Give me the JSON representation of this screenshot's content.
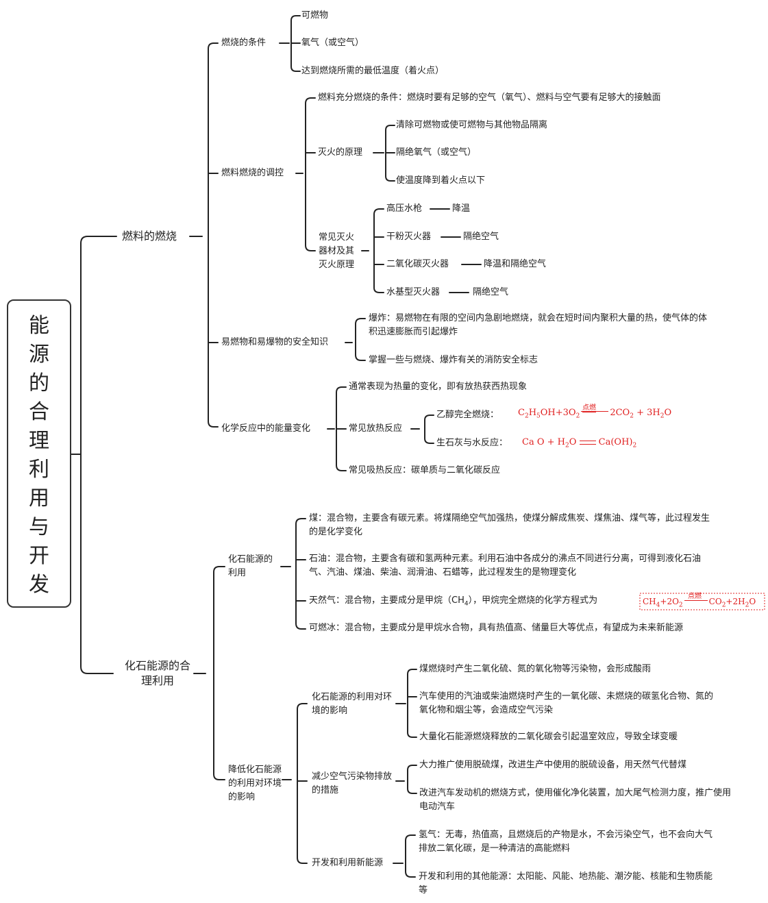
{
  "root": "能源的合理利用与开发",
  "b1": {
    "label": "燃料的燃烧",
    "cond": {
      "label": "燃烧的条件",
      "items": [
        "可燃物",
        "氧气（或空气）",
        "达到燃烧所需的最低温度（着火点）"
      ]
    },
    "ctrl": {
      "label": "燃料燃烧的调控",
      "full": "燃料充分燃烧的条件：燃烧时要有足够的空气（氧气）、燃料与空气要有足够大的接触面",
      "ext": {
        "label": "灭火的原理",
        "items": [
          "清除可燃物或使可燃物与其他物品隔离",
          "隔绝氧气（或空气）",
          "使温度降到着火点以下"
        ]
      },
      "equip": {
        "label": "常见灭火器材及其灭火原理",
        "items": [
          {
            "name": "高压水枪",
            "principle": "降温"
          },
          {
            "name": "干粉灭火器",
            "principle": "隔绝空气"
          },
          {
            "name": "二氧化碳灭火器",
            "principle": "降温和隔绝空气"
          },
          {
            "name": "水基型灭火器",
            "principle": "隔绝空气"
          }
        ]
      }
    },
    "safety": {
      "label": "易燃物和易爆物的安全知识",
      "items": [
        "爆炸：易燃物在有限的空间内急剧地燃烧，就会在短时间内聚积大量的热，使气体的体积迅速膨胀而引起爆炸",
        "掌握一些与燃烧、爆炸有关的消防安全标志"
      ]
    },
    "energy": {
      "label": "化学反应中的能量变化",
      "usual": "通常表现为热量的变化，即有放热获西热现象",
      "exo": {
        "label": "常见放热反应",
        "ethanol": "乙醇完全燃烧：",
        "lime": "生石灰与水反应："
      },
      "endo": "常见吸热反应：碳单质与二氧化碳反应",
      "cond_label": "点燃"
    }
  },
  "b2": {
    "label": "化石能源的合理利用",
    "use": {
      "label": "化石能源的利用",
      "coal": "煤：混合物，主要含有碳元素。将煤隔绝空气加强热，使煤分解成焦炭、煤焦油、煤气等，此过程发生的是化学变化",
      "oil": "石油：混合物，主要含有碳和氢两种元素。利用石油中各成分的沸点不同进行分离，可得到液化石油气、汽油、煤油、柴油、润滑油、石蜡等，此过程发生的是物理变化",
      "gas": "天然气：混合物，主要成分是甲烷（",
      "gas2": "），甲烷完全燃烧的化学方程式为",
      "ice": "可燃冰：混合物，主要成分是甲烷水合物，具有热值高、储量巨大等优点，有望成为未来新能源"
    },
    "reduce": {
      "label": "降低化石能源的利用对环境的影响",
      "env": {
        "label": "化石能源的利用对环境的影响",
        "items": [
          "煤燃烧时产生二氧化硫、氮的氧化物等污染物，会形成酸雨",
          "汽车使用的汽油或柴油燃烧时产生的一氧化碳、未燃烧的碳氢化合物、氮的氧化物和烟尘等，会造成空气污染",
          "大量化石能源燃烧释放的二氧化碳会引起温室效应，导致全球变暖"
        ]
      },
      "measures": {
        "label": "减少空气污染物排放的措施",
        "items": [
          "大力推广使用脱硫煤，改进生产中使用的脱硫设备，用天然气代替煤",
          "改进汽车发动机的燃烧方式，使用催化净化装置，加大尾气检测力度，推广使用电动汽车"
        ]
      },
      "newe": {
        "label": "开发和利用新能源",
        "items": [
          "氢气：无毒，热值高，且燃烧后的产物是水，不会污染空气，也不会向大气排放二氧化碳，是一种清洁的高能燃料",
          "开发和利用的其他能源：太阳能、风能、地热能、潮汐能、核能和生物质能等"
        ]
      }
    }
  }
}
